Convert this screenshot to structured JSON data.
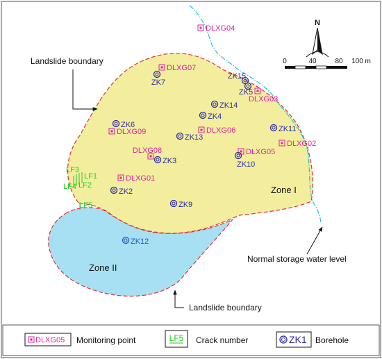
{
  "colors": {
    "zone1_fill": "#f2ee9e",
    "zone2_fill": "#a6e0f2",
    "boundary": "#e0303a",
    "river": "#1fc0de",
    "monitor": "#e020a0",
    "borehole": "#2a2aa0",
    "crack": "#22cc22",
    "text": "#111111"
  },
  "north": {
    "label": "N"
  },
  "scale": {
    "ticks": [
      "0",
      "40",
      "80"
    ],
    "unit": "100 m"
  },
  "annotations": {
    "landslide_boundary_top": "Landslide boundary",
    "landslide_boundary_bottom": "Landslide boundary",
    "normal_storage_water_level": "Normal storage water level",
    "zone1": "Zone I",
    "zone2": "Zone II"
  },
  "monitoring_points": [
    {
      "label": "DLXG04"
    },
    {
      "label": "DLXG07"
    },
    {
      "label": "DLXG03"
    },
    {
      "label": "DLXG09"
    },
    {
      "label": "DLXG06"
    },
    {
      "label": "DLXG02"
    },
    {
      "label": "DLXG08"
    },
    {
      "label": "DLXG05"
    },
    {
      "label": "DLXG01"
    }
  ],
  "boreholes": [
    {
      "label": "ZK7"
    },
    {
      "label": "ZK15"
    },
    {
      "label": "ZK5"
    },
    {
      "label": "ZK14"
    },
    {
      "label": "ZK4"
    },
    {
      "label": "ZK6"
    },
    {
      "label": "ZK11"
    },
    {
      "label": "ZK13"
    },
    {
      "label": "ZK3"
    },
    {
      "label": "ZK10"
    },
    {
      "label": "ZK2"
    },
    {
      "label": "ZK9"
    },
    {
      "label": "ZK12"
    }
  ],
  "cracks": [
    {
      "label": "LF3"
    },
    {
      "label": "LF1"
    },
    {
      "label": "LF4"
    },
    {
      "label": "LF2"
    },
    {
      "label": "LF5"
    }
  ],
  "legend": {
    "monitor_sample": "DLXG05",
    "monitor_label": "Monitoring point",
    "crack_sample": "LF5",
    "crack_label": "Crack number",
    "borehole_sample": "ZK1",
    "borehole_label": "Borehole"
  }
}
